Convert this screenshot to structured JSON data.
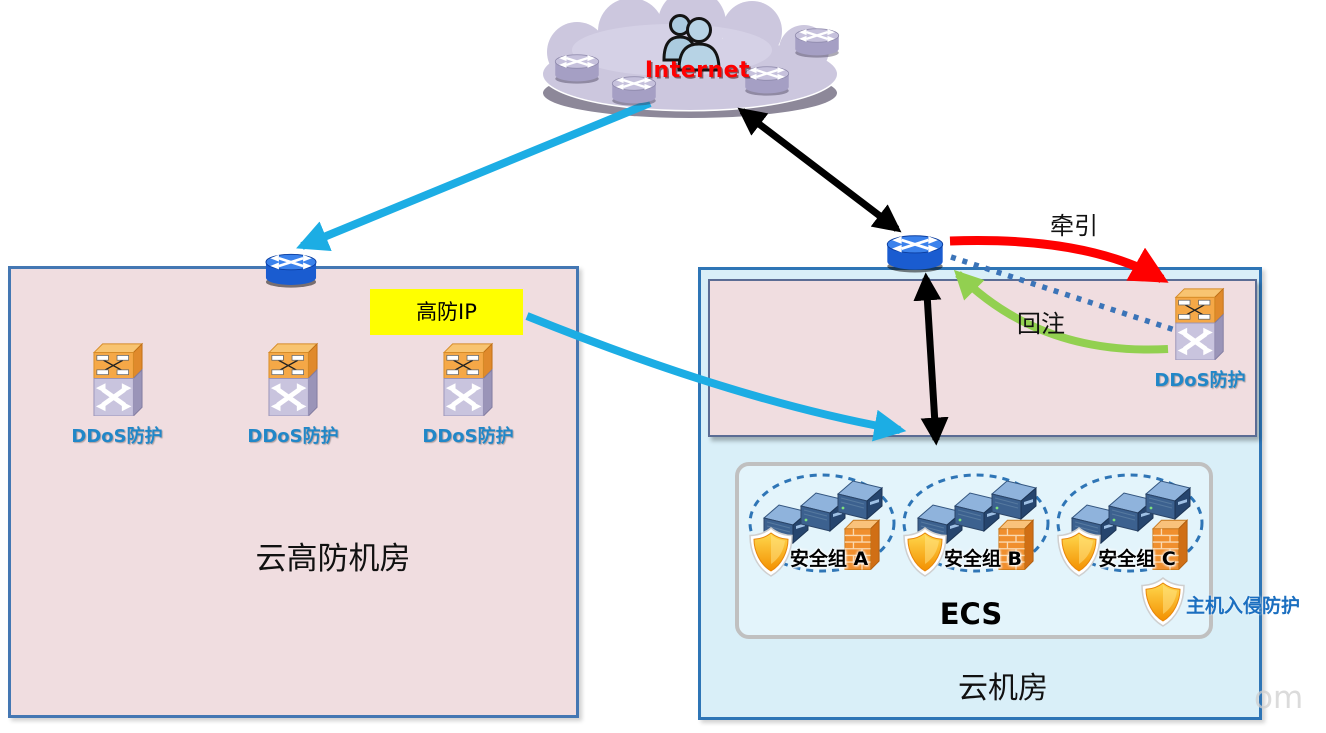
{
  "internet": {
    "label": "Internet"
  },
  "arrows": {
    "pull_label": "牵引",
    "inject_label": "回注"
  },
  "gaofang_ip": {
    "label": "高防IP"
  },
  "left_room": {
    "title": "云高防机房",
    "ddos_nodes": [
      {
        "label": "DDoS防护"
      },
      {
        "label": "DDoS防护"
      },
      {
        "label": "DDoS防护"
      }
    ]
  },
  "right_room": {
    "title": "云机房",
    "ddos_node": {
      "label": "DDoS防护"
    },
    "ecs": {
      "label": "ECS",
      "security_groups": [
        {
          "label": "安全组 A"
        },
        {
          "label": "安全组 B"
        },
        {
          "label": "安全组 C"
        }
      ]
    },
    "host_protection": {
      "label": "主机入侵防护"
    }
  },
  "watermark": "om",
  "colors": {
    "traffic_cyan": "#1CADE4",
    "pull_red": "#FF0000",
    "inject_green": "#92D050",
    "dotted_blue": "#3B74B8",
    "gaofang_bg": "#FFFF00",
    "ddos_label_blue": "#2187C8",
    "host_label_blue": "#1B6FC0",
    "room_pink": "#F0DDE0",
    "room_blue": "#D9EFF8"
  }
}
